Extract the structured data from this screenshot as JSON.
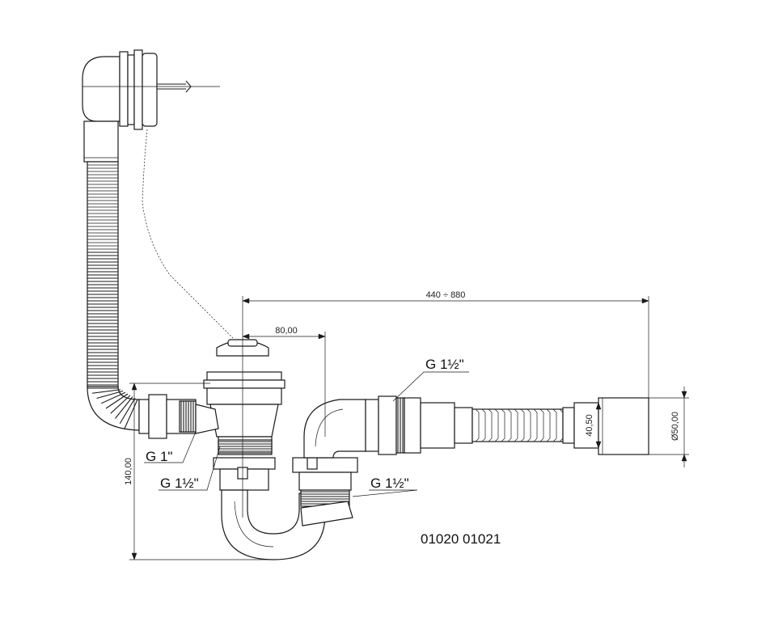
{
  "dimensions": {
    "total_length": "440 ÷ 880",
    "offset": "80,00",
    "height": "140,00",
    "inner_diameter": "40,50",
    "outer_diameter": "Ø50,00"
  },
  "labels": {
    "overflow_thread": "G 1\"",
    "trap_thread": "G 1½\"",
    "outlet_thread": "G 1½\"",
    "elbow_thread": "G 1½\""
  },
  "product_codes": "01020 01021"
}
